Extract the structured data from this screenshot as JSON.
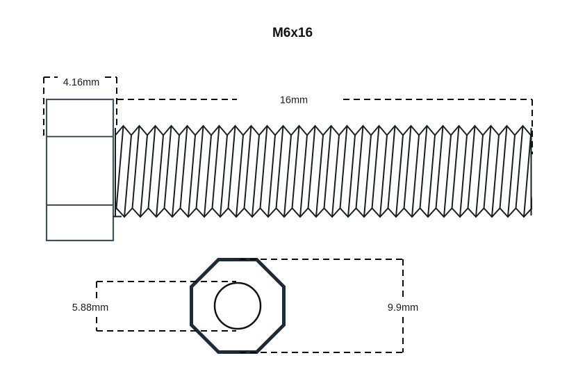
{
  "title": "M6x16",
  "dimensions": {
    "head_height_label": "4.16mm",
    "length_label": "16mm",
    "hole_diameter_label": "5.88mm",
    "head_width_label": "9.9mm"
  },
  "colors": {
    "outline": "#3c525d",
    "octagon": "#1c2b38",
    "line": "#16201f",
    "dash": "#0a0a0a",
    "text": "#1b1b1b"
  }
}
